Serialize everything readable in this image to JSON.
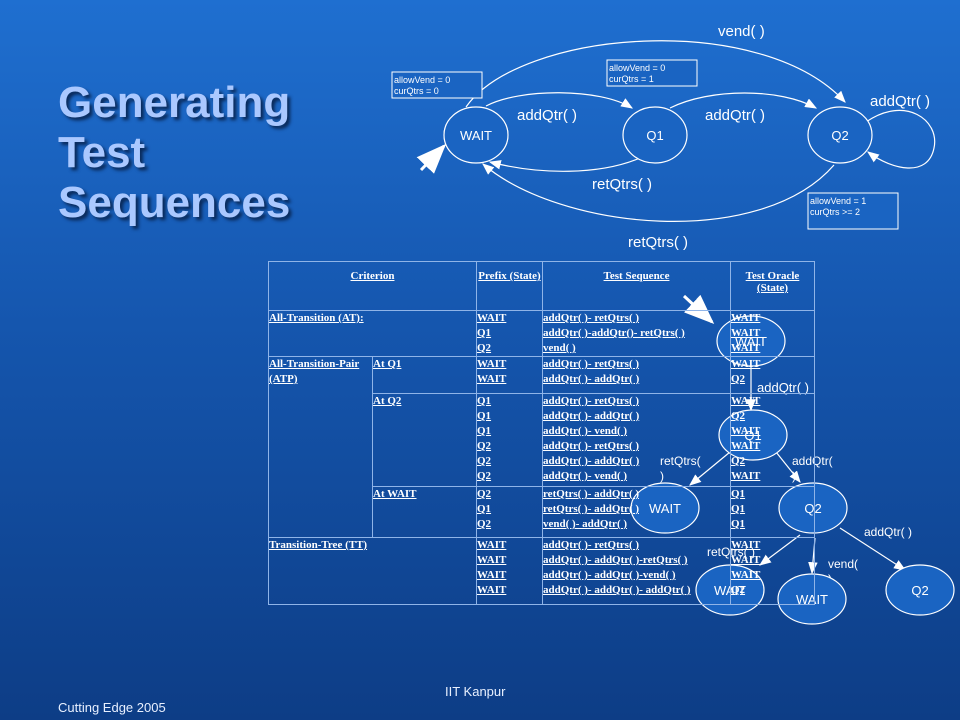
{
  "slide": {
    "title": "Generating Test Sequences",
    "footer_left": "Cutting Edge 2005",
    "footer_center": "IIT Kanpur"
  },
  "state_diagram": {
    "states": [
      "WAIT",
      "Q1",
      "Q2"
    ],
    "labels": {
      "vend": "vend( )",
      "add1": "addQtr( )",
      "add2": "addQtr( )",
      "add_self": "addQtr( )",
      "ret1": "retQtrs( )",
      "ret2": "retQtrs( )"
    },
    "notes": {
      "wait": [
        "allowVend = 0",
        "curQtrs = 0"
      ],
      "q1": [
        "allowVend = 0",
        "curQtrs = 1"
      ],
      "q2": [
        "allowVend = 1",
        "curQtrs >= 2"
      ]
    }
  },
  "table": {
    "headers": [
      "Criterion",
      "Prefix (State)",
      "Test Sequence",
      "Test Oracle (State)"
    ],
    "rows": [
      {
        "criterion": "All-Transition (AT):",
        "sub": "",
        "prefix": [
          "WAIT",
          "Q1",
          "Q2"
        ],
        "sequence": [
          "addQtr( )- retQtrs( )",
          "addQtr( )-addQtr()- retQtrs( )",
          "vend( )"
        ],
        "oracle": [
          "WAIT",
          "WAIT",
          "WAIT"
        ]
      },
      {
        "criterion": "All-Transition-Pair (ATP)",
        "sub": "At Q1",
        "prefix": [
          "WAIT",
          "WAIT"
        ],
        "sequence": [
          "addQtr( )- retQtrs( )",
          "addQtr( )- addQtr( )"
        ],
        "oracle": [
          "WAIT",
          "Q2"
        ]
      },
      {
        "criterion": "",
        "sub": "At Q2",
        "prefix": [
          "Q1",
          "Q1",
          "Q1",
          "Q2",
          "Q2",
          "Q2"
        ],
        "sequence": [
          "addQtr( )- retQtrs( )",
          "addQtr( )- addQtr( )",
          "addQtr( )- vend( )",
          "addQtr( )- retQtrs( )",
          "addQtr( )- addQtr( )",
          "addQtr( )- vend( )"
        ],
        "oracle": [
          "WAIT",
          "Q2",
          "WAIT",
          "WAIT",
          "Q2",
          "WAIT"
        ]
      },
      {
        "criterion": "",
        "sub": "At WAIT",
        "prefix": [
          "Q2",
          "Q1",
          "Q2"
        ],
        "sequence": [
          "retQtrs( )- addQtr( )",
          "retQtrs( )- addQtr( )",
          "vend( )- addQtr( )"
        ],
        "oracle": [
          "Q1",
          "Q1",
          "Q1"
        ]
      },
      {
        "criterion": "Transition-Tree (TT)",
        "sub": "",
        "prefix": [
          "WAIT",
          "WAIT",
          "WAIT",
          "WAIT"
        ],
        "sequence": [
          "addQtr( )- retQtrs( )",
          "addQtr( )- addQtr( )-retQtrs( )",
          "addQtr( )- addQtr( )-vend( )",
          "addQtr( )- addQtr( )- addQtr( )"
        ],
        "oracle": [
          "WAIT",
          "WAIT",
          "WAIT",
          "Q2"
        ]
      }
    ]
  },
  "tree": {
    "nodes": [
      "WAIT",
      "Q1",
      "WAIT",
      "Q2",
      "WAIT",
      "WAIT",
      "Q2"
    ],
    "edges": {
      "wait_q1": "addQtr( )",
      "q1_wait": "retQtrs( )",
      "q1_q2": "addQtr( )",
      "q2_wait_ret": "retQtrs( )",
      "q2_wait_vend": "vend( )",
      "q2_q2": "addQtr( )"
    }
  }
}
